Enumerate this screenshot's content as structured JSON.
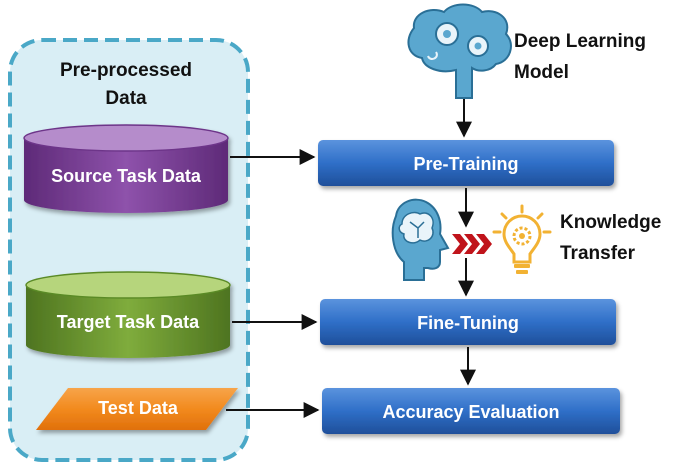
{
  "panel": {
    "title_line1": "Pre-processed",
    "title_line2": "Data"
  },
  "datasets": {
    "source": "Source Task Data",
    "target": "Target Task Data",
    "test": "Test Data"
  },
  "steps": {
    "pretraining": "Pre-Training",
    "finetuning": "Fine-Tuning",
    "evaluation": "Accuracy Evaluation"
  },
  "model": {
    "line1": "Deep Learning",
    "line2": "Model",
    "icon": "brain-gears-icon"
  },
  "transfer": {
    "line1": "Knowledge",
    "line2": "Transfer",
    "icons": [
      "head-brain-icon",
      "chevrons-icon",
      "lightbulb-gear-icon"
    ]
  },
  "colors": {
    "panel_fill": "#d9eef5",
    "panel_border": "#4aa8c7",
    "step_box": "#2f6fc8",
    "source_cylinder": "#7e3f98",
    "target_cylinder": "#6e9a2f",
    "test_parallelogram": "#f28a1e",
    "chevrons": "#c0141b",
    "icon_blue": "#5aa7cf",
    "bulb": "#f2b233"
  }
}
